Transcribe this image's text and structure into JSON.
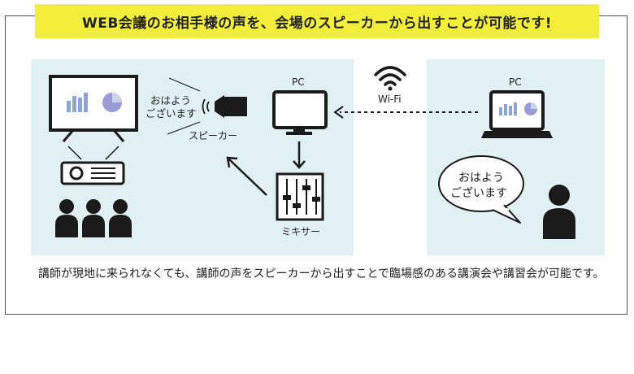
{
  "banner": {
    "title": "WEB会議のお相手様の声を、会場のスピーカーから出すことが可能です!"
  },
  "diagram": {
    "greeting_left": [
      "おはよう",
      "ございます"
    ],
    "speaker_label": "スピーカー",
    "pc_left_label": "PC",
    "mixer_label": "ミキサー",
    "wifi_label": "Wi-Fi",
    "pc_right_label": "PC",
    "greeting_right": [
      "おはよう",
      "ございます"
    ]
  },
  "caption": {
    "text": "講師が現地に来られなくても、講師の声をスピーカーから出すことで臨場感のある講演会や講習会が可能です。"
  },
  "colors": {
    "banner": "#f2ee3a",
    "panel": "#e0f0f3",
    "bar": "#8ba6d6",
    "pie": "#9a9ad6",
    "icon": "#1a1a1a"
  }
}
